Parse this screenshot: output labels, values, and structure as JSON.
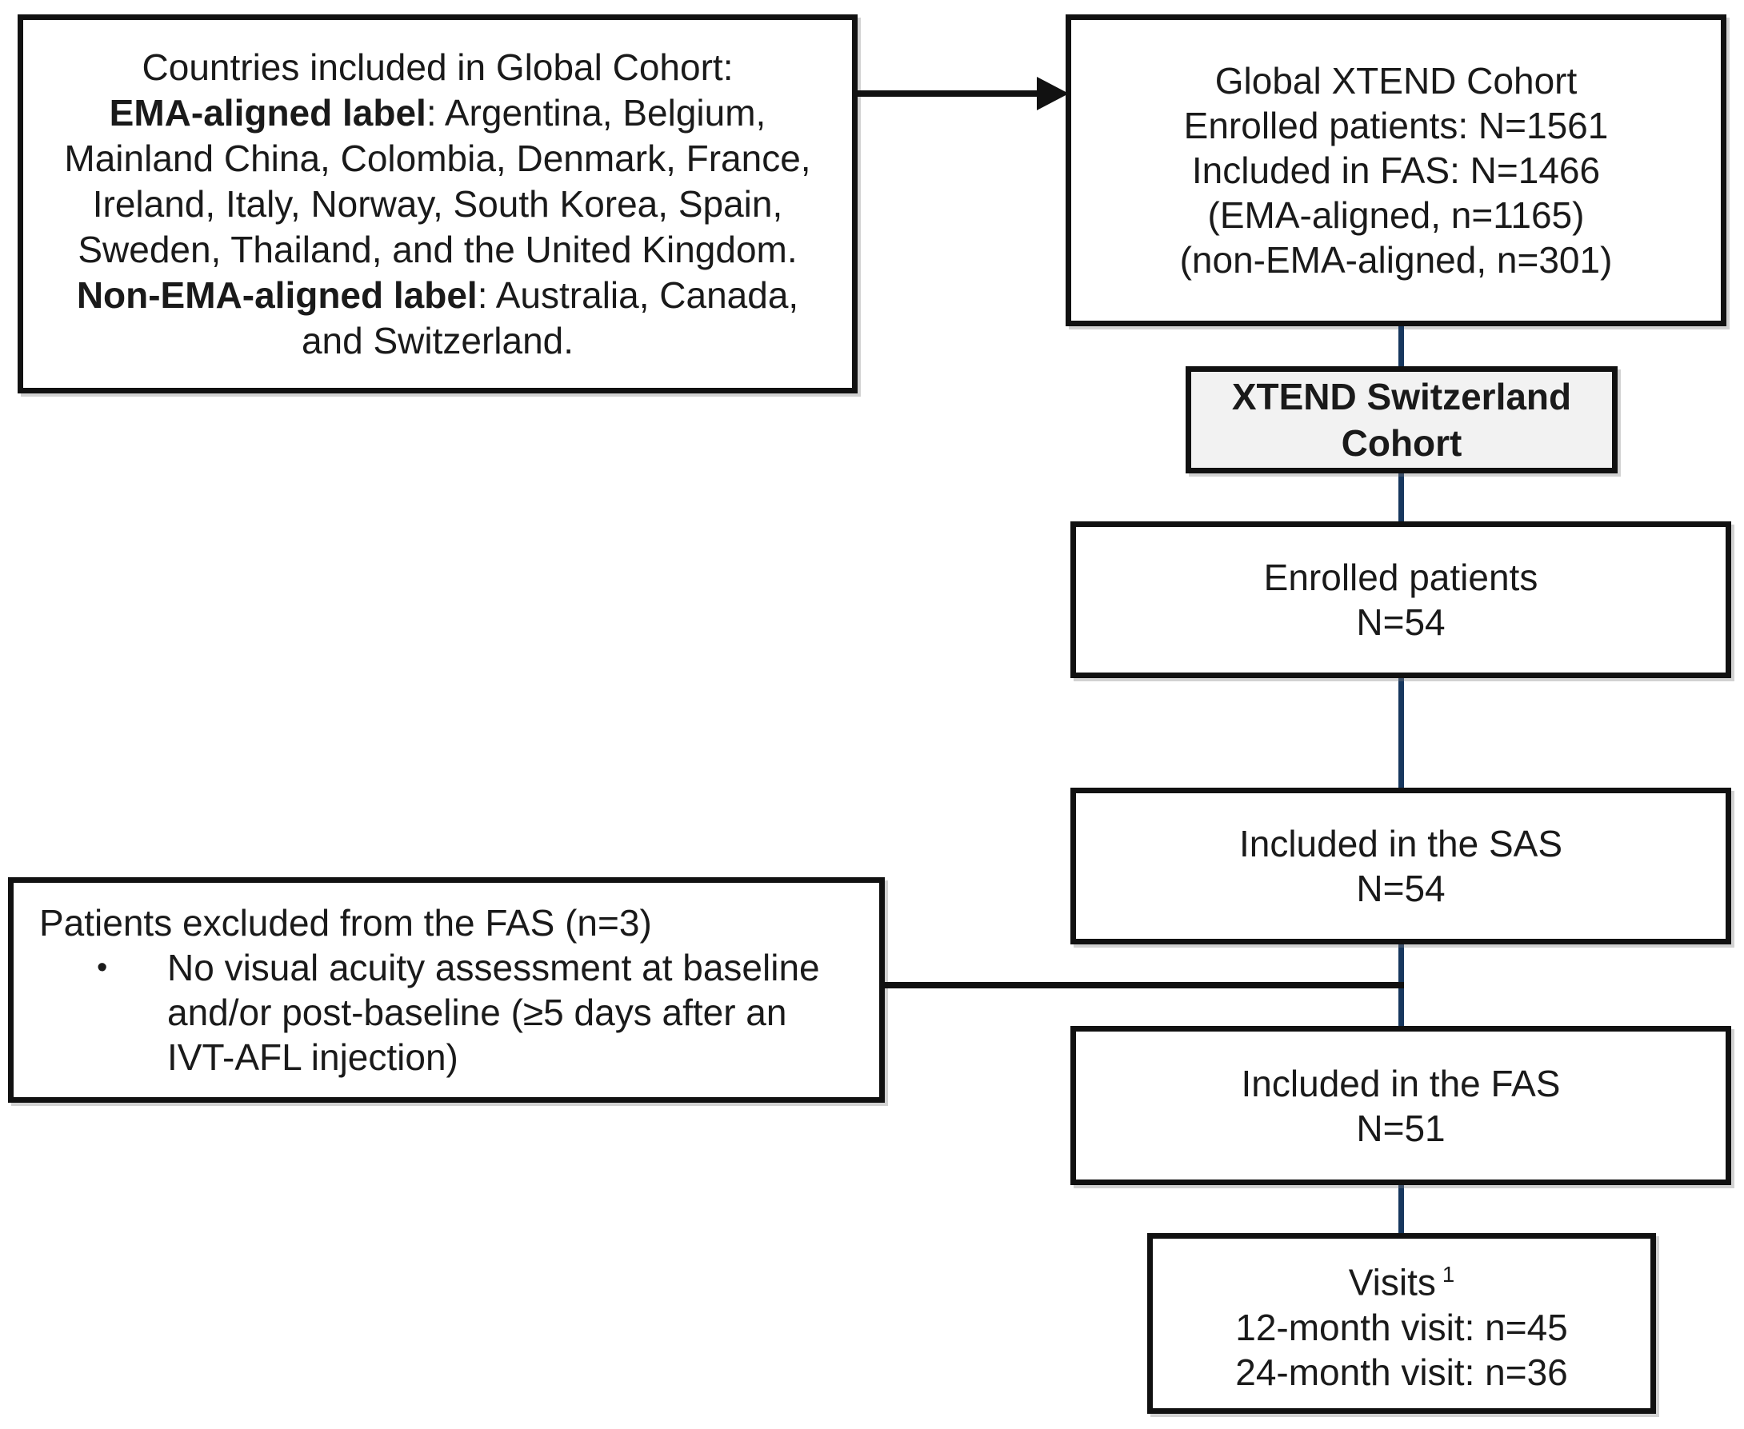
{
  "diagram": {
    "countries_box": {
      "lines": [
        {
          "segments": [
            {
              "text": "Countries included in Global Cohort:",
              "bold": false
            }
          ]
        },
        {
          "segments": [
            {
              "text": "EMA-aligned label",
              "bold": true
            },
            {
              "text": ": Argentina, Belgium,",
              "bold": false
            }
          ]
        },
        {
          "segments": [
            {
              "text": "Mainland China, Colombia, Denmark, France,",
              "bold": false
            }
          ]
        },
        {
          "segments": [
            {
              "text": "Ireland, Italy, Norway, South Korea, Spain,",
              "bold": false
            }
          ]
        },
        {
          "segments": [
            {
              "text": "Sweden, Thailand, and the United Kingdom.",
              "bold": false
            }
          ]
        },
        {
          "segments": [
            {
              "text": "Non-EMA-aligned label",
              "bold": true
            },
            {
              "text": ": Australia, Canada,",
              "bold": false
            }
          ]
        },
        {
          "segments": [
            {
              "text": "and Switzerland.",
              "bold": false
            }
          ]
        }
      ]
    },
    "global_box": {
      "lines": [
        "Global XTEND Cohort",
        "Enrolled patients: N=1561",
        "Included in FAS: N=1466",
        "(EMA-aligned, n=1165)",
        "(non-EMA-aligned, n=301)"
      ]
    },
    "swiss_box": {
      "lines": [
        "XTEND Switzerland",
        "Cohort"
      ]
    },
    "enrolled_box": {
      "lines": [
        "Enrolled patients",
        "N=54"
      ]
    },
    "sas_box": {
      "lines": [
        "Included in the SAS",
        "N=54"
      ]
    },
    "exclusion_box": {
      "title": "Patients excluded from the FAS (n=3)",
      "bullet": "•",
      "bullet_lines": [
        "No visual acuity assessment at baseline",
        "and/or post-baseline (≥5 days after an",
        "IVT-AFL injection)"
      ]
    },
    "fas_box": {
      "lines": [
        "Included in the FAS",
        "N=51"
      ]
    },
    "visits_box": {
      "title": "Visits",
      "superscript": "1",
      "lines": [
        "12-month visit: n=45",
        "24-month visit: n=36"
      ]
    },
    "colors": {
      "box_border": "#111111",
      "connector_vertical": "#17375e",
      "connector_horizontal": "#111111",
      "swiss_fill": "#f2f2f2",
      "background": "#ffffff",
      "text": "#1a1a1a"
    }
  }
}
